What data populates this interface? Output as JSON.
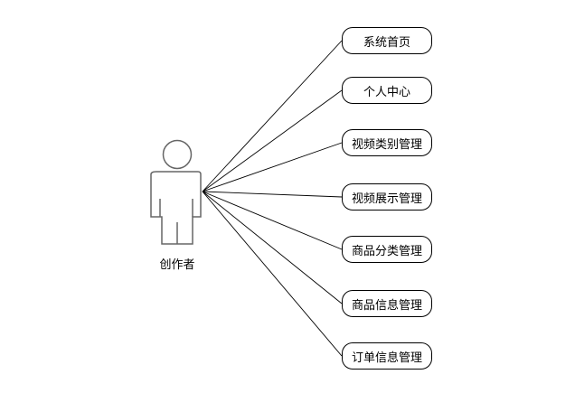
{
  "actor": {
    "label": "创作者"
  },
  "use_cases": [
    {
      "label": "系统首页"
    },
    {
      "label": "个人中心"
    },
    {
      "label": "视频类别管理"
    },
    {
      "label": "视频展示管理"
    },
    {
      "label": "商品分类管理"
    },
    {
      "label": "商品信息管理"
    },
    {
      "label": "订单信息管理"
    }
  ]
}
